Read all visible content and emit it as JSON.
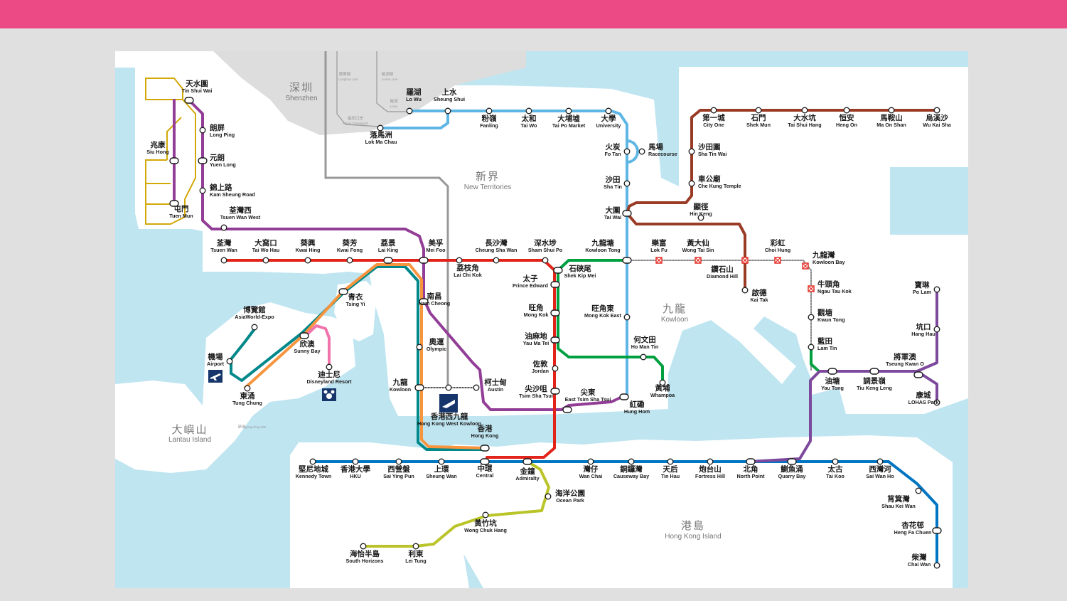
{
  "colors": {
    "header": "#ec4a84",
    "background": "#e0e0e0",
    "sea": "#bfe5f1",
    "land": "#ffffff",
    "mainland": "#dddddd",
    "tsuen_wan_line": "#e2231a",
    "kwun_tong_line": "#00a040",
    "island_line": "#0075c2",
    "tseung_kwan_o_line": "#7d499d",
    "tung_chung_line": "#f7943e",
    "airport_express": "#00888a",
    "tuen_ma_line": "#9a3b26",
    "east_rail_line": "#5eb6e4",
    "tuen_ma_west": "#923d96",
    "south_island_line": "#bac429",
    "disneyland_resort_line": "#f173ac",
    "light_rail": "#d3a809",
    "mainland_rail": "#999999"
  },
  "regions": [
    {
      "zh": "深圳",
      "en": "Shenzhen"
    },
    {
      "zh": "新界",
      "en": "New Territories"
    },
    {
      "zh": "九龍",
      "en": "Kowloon"
    },
    {
      "zh": "大嶼山",
      "en": "Lantau Island"
    },
    {
      "zh": "港島",
      "en": "Hong Kong Island"
    }
  ],
  "small_labels": [
    {
      "zh": "落馬洲",
      "en": "Lok Ma Chau"
    },
    {
      "zh": "福田口岸",
      "en": "Futian Checkpoint"
    },
    {
      "zh": "龍華線",
      "en": "Longhua Line"
    },
    {
      "zh": "羅湖",
      "en": "Lowu"
    },
    {
      "zh": "羅湖線",
      "en": "Luohu Line"
    },
    {
      "zh": "昂坪",
      "en": "Ngong Ping 360"
    }
  ],
  "stations": [
    {
      "zh": "天水圍",
      "en": "Tin Shui Wai"
    },
    {
      "zh": "朗屏",
      "en": "Long Ping"
    },
    {
      "zh": "兆康",
      "en": "Siu Hong"
    },
    {
      "zh": "元朗",
      "en": "Yuen Long"
    },
    {
      "zh": "錦上路",
      "en": "Kam Sheung Road"
    },
    {
      "zh": "屯門",
      "en": "Tuen Mun"
    },
    {
      "zh": "荃灣西",
      "en": "Tsuen Wan West"
    },
    {
      "zh": "荃灣",
      "en": "Tsuen Wan"
    },
    {
      "zh": "大窩口",
      "en": "Tai Wo Hau"
    },
    {
      "zh": "葵興",
      "en": "Kwai Hing"
    },
    {
      "zh": "葵芳",
      "en": "Kwai Fong"
    },
    {
      "zh": "荔景",
      "en": "Lai King"
    },
    {
      "zh": "美孚",
      "en": "Mei Foo"
    },
    {
      "zh": "荔枝角",
      "en": "Lai Chi Kok"
    },
    {
      "zh": "長沙灣",
      "en": "Cheung Sha Wan"
    },
    {
      "zh": "深水埗",
      "en": "Sham Shui Po"
    },
    {
      "zh": "太子",
      "en": "Prince Edward"
    },
    {
      "zh": "旺角",
      "en": "Mong Kok"
    },
    {
      "zh": "油麻地",
      "en": "Yau Ma Tei"
    },
    {
      "zh": "佐敦",
      "en": "Jordan"
    },
    {
      "zh": "尖沙咀",
      "en": "Tsim Sha Tsui"
    },
    {
      "zh": "尖東",
      "en": "East Tsim Sha Tsui"
    },
    {
      "zh": "金鐘",
      "en": "Admiralty"
    },
    {
      "zh": "中環",
      "en": "Central"
    },
    {
      "zh": "香港",
      "en": "Hong Kong"
    },
    {
      "zh": "青衣",
      "en": "Tsing Yi"
    },
    {
      "zh": "南昌",
      "en": "Nam Cheong"
    },
    {
      "zh": "奧運",
      "en": "Olympic"
    },
    {
      "zh": "九龍",
      "en": "Kowloon"
    },
    {
      "zh": "柯士甸",
      "en": "Austin"
    },
    {
      "zh": "香港西九龍",
      "en": "Hong Kong West Kowloon"
    },
    {
      "zh": "博覽館",
      "en": "AsiaWorld-Expo"
    },
    {
      "zh": "機場",
      "en": "Airport"
    },
    {
      "zh": "欣澳",
      "en": "Sunny Bay"
    },
    {
      "zh": "迪士尼",
      "en": "Disneyland Resort"
    },
    {
      "zh": "東涌",
      "en": "Tung Chung"
    },
    {
      "zh": "羅湖",
      "en": "Lo Wu"
    },
    {
      "zh": "上水",
      "en": "Sheung Shui"
    },
    {
      "zh": "落馬洲",
      "en": "Lok Ma Chau"
    },
    {
      "zh": "粉嶺",
      "en": "Fanling"
    },
    {
      "zh": "太和",
      "en": "Tai Wo"
    },
    {
      "zh": "大埔墟",
      "en": "Tai Po Market"
    },
    {
      "zh": "大學",
      "en": "University"
    },
    {
      "zh": "火炭",
      "en": "Fo Tan"
    },
    {
      "zh": "馬場",
      "en": "Racecourse"
    },
    {
      "zh": "沙田",
      "en": "Sha Tin"
    },
    {
      "zh": "大圍",
      "en": "Tai Wai"
    },
    {
      "zh": "九龍塘",
      "en": "Kowloon Tong"
    },
    {
      "zh": "旺角東",
      "en": "Mong Kok East"
    },
    {
      "zh": "紅磡",
      "en": "Hung Hom"
    },
    {
      "zh": "何文田",
      "en": "Ho Man Tin"
    },
    {
      "zh": "黃埔",
      "en": "Whampoa"
    },
    {
      "zh": "石硤尾",
      "en": "Shek Kip Mei"
    },
    {
      "zh": "樂富",
      "en": "Lok Fu"
    },
    {
      "zh": "黃大仙",
      "en": "Wong Tai Sin"
    },
    {
      "zh": "鑽石山",
      "en": "Diamond Hill"
    },
    {
      "zh": "彩虹",
      "en": "Choi Hung"
    },
    {
      "zh": "九龍灣",
      "en": "Kowloon Bay"
    },
    {
      "zh": "牛頭角",
      "en": "Ngau Tau Kok"
    },
    {
      "zh": "觀塘",
      "en": "Kwun Tong"
    },
    {
      "zh": "藍田",
      "en": "Lam Tin"
    },
    {
      "zh": "油塘",
      "en": "Yau Tong"
    },
    {
      "zh": "調景嶺",
      "en": "Tiu Keng Leng"
    },
    {
      "zh": "將軍澳",
      "en": "Tseung Kwan O"
    },
    {
      "zh": "寶琳",
      "en": "Po Lam"
    },
    {
      "zh": "坑口",
      "en": "Hang Hau"
    },
    {
      "zh": "康城",
      "en": "LOHAS Park"
    },
    {
      "zh": "啟德",
      "en": "Kai Tak"
    },
    {
      "zh": "顯徑",
      "en": "Hin Keng"
    },
    {
      "zh": "車公廟",
      "en": "Che Kung Temple"
    },
    {
      "zh": "沙田圍",
      "en": "Sha Tin Wai"
    },
    {
      "zh": "第一城",
      "en": "City One"
    },
    {
      "zh": "石門",
      "en": "Shek Mun"
    },
    {
      "zh": "大水坑",
      "en": "Tai Shui Hang"
    },
    {
      "zh": "恒安",
      "en": "Heng On"
    },
    {
      "zh": "馬鞍山",
      "en": "Ma On Shan"
    },
    {
      "zh": "烏溪沙",
      "en": "Wu Kai Sha"
    },
    {
      "zh": "堅尼地城",
      "en": "Kennedy Town"
    },
    {
      "zh": "香港大學",
      "en": "HKU"
    },
    {
      "zh": "西營盤",
      "en": "Sai Ying Pun"
    },
    {
      "zh": "上環",
      "en": "Sheung Wan"
    },
    {
      "zh": "灣仔",
      "en": "Wan Chai"
    },
    {
      "zh": "銅鑼灣",
      "en": "Causeway Bay"
    },
    {
      "zh": "天后",
      "en": "Tin Hau"
    },
    {
      "zh": "炮台山",
      "en": "Fortress Hill"
    },
    {
      "zh": "北角",
      "en": "North Point"
    },
    {
      "zh": "鰂魚涌",
      "en": "Quarry Bay"
    },
    {
      "zh": "太古",
      "en": "Tai Koo"
    },
    {
      "zh": "西灣河",
      "en": "Sai Wan Ho"
    },
    {
      "zh": "筲箕灣",
      "en": "Shau Kei Wan"
    },
    {
      "zh": "杏花邨",
      "en": "Heng Fa Chuen"
    },
    {
      "zh": "柴灣",
      "en": "Chai Wan"
    },
    {
      "zh": "海洋公園",
      "en": "Ocean Park"
    },
    {
      "zh": "黃竹坑",
      "en": "Wong Chuk Hang"
    },
    {
      "zh": "利東",
      "en": "Lei Tung"
    },
    {
      "zh": "海怡半島",
      "en": "South Horizons"
    }
  ]
}
